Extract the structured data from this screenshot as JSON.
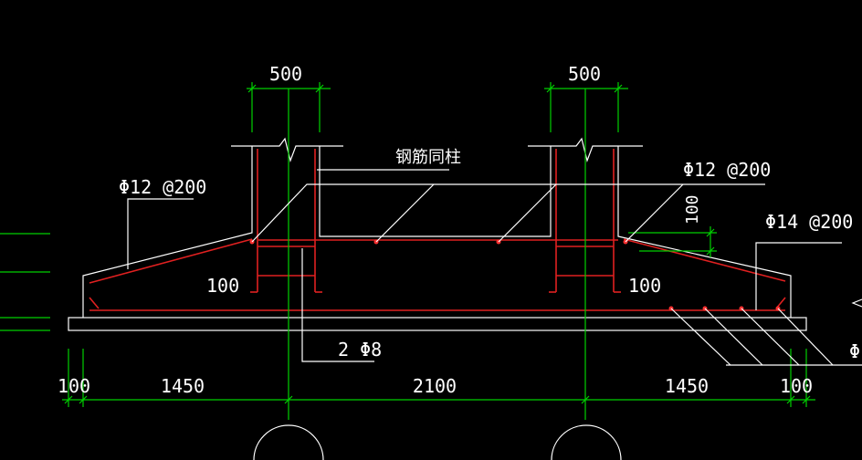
{
  "drawing": {
    "left_col_width": "500",
    "right_col_width": "500",
    "note_rebar_same_column": "钢筋同柱",
    "left_top_rebar": "Φ12 @200",
    "right_top_rebar": "Φ12 @200",
    "right_bottom_rebar": "Φ14 @200",
    "dim_100_vertical": "100",
    "left_cover": "100",
    "right_cover": "100",
    "stirrup_label": "2 Φ8",
    "cut_label": "Φ",
    "bottom_dims": [
      "100",
      "1450",
      "2100",
      "1450",
      "100"
    ]
  },
  "colors": {
    "background": "#000000",
    "outline": "#ffffff",
    "rebar": "#e02020",
    "dimension": "#00d000"
  }
}
